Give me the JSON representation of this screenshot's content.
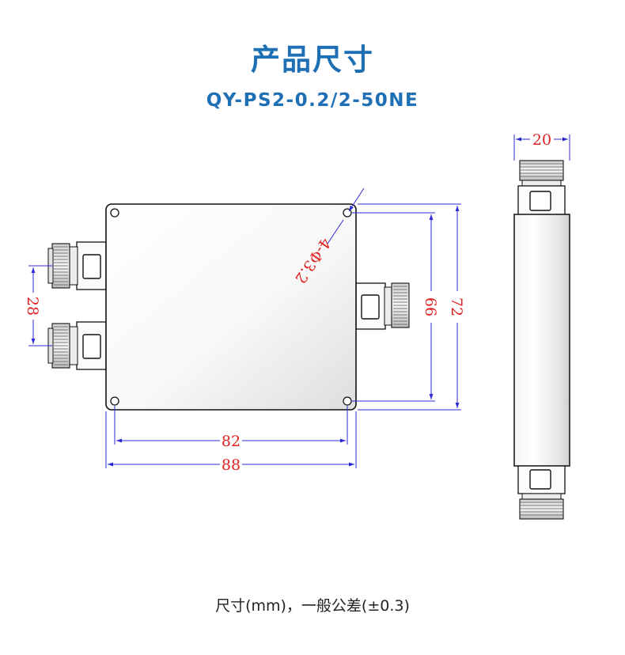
{
  "page": {
    "title": "产品尺寸",
    "model": "QY-PS2-0.2/2-50NE",
    "footer_note": "尺寸(mm)，一般公差(±0.3)"
  },
  "dimensions": {
    "side_width": "20",
    "port_spacing": "28",
    "hole_spacing_vertical": "66",
    "height": "72",
    "hole_spacing_horizontal": "82",
    "length": "88",
    "mounting_hole": "4-Φ3.2"
  },
  "colors": {
    "title": "#1f6fb5",
    "dimension_line": "#2b2bd6",
    "dimension_text": "#e02020",
    "outline": "#111111"
  }
}
